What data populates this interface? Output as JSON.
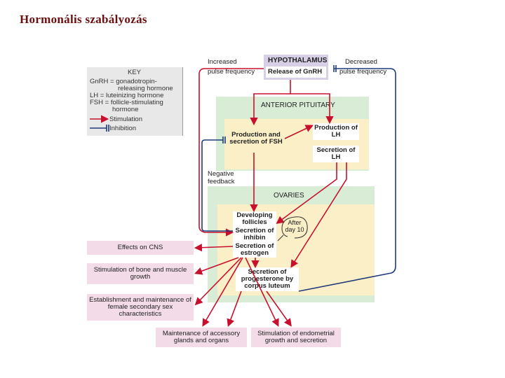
{
  "title": "Hormonális szabályozás",
  "key": {
    "heading": "KEY",
    "line1": "GnRH = gonadotropin-",
    "line2": "releasing hormone",
    "line3": "LH = luteinizing hormone",
    "line4": "FSH = follicle-stimulating",
    "line5": "hormone",
    "stimulation": "Stimulation",
    "inhibition": "Inhibition"
  },
  "hypothalamus": {
    "label": "HYPOTHALAMUS",
    "release": "Release of GnRH",
    "increased": "Increased",
    "increased_sub": "pulse frequency",
    "decreased": "Decreased",
    "decreased_sub": "pulse frequency"
  },
  "pituitary": {
    "label": "ANTERIOR PITUITARY",
    "fsh": "Production and secretion of FSH",
    "lh_prod": "Production of LH",
    "lh_sec": "Secretion of LH"
  },
  "negative_feedback": {
    "line1": "Negative",
    "line2": "feedback"
  },
  "ovaries": {
    "label": "OVARIES",
    "follicles": "Developing follicles",
    "inhibin": "Secretion of inhibin",
    "estrogen": "Secretion of estrogen",
    "after": "After day 10",
    "progesterone": "Secretion of progesterone by corpus luteum"
  },
  "effects": {
    "cns": "Effects on CNS",
    "bone": "Stimulation of bone and muscle growth",
    "female": "Establishment and maintenance of female secondary sex characteristics",
    "glands": "Maintenance of accessory glands and organs",
    "endometrial": "Stimulation of endometrial growth and secretion"
  },
  "colors": {
    "stimulation": "#c8102e",
    "inhibition": "#1f3a7a"
  }
}
